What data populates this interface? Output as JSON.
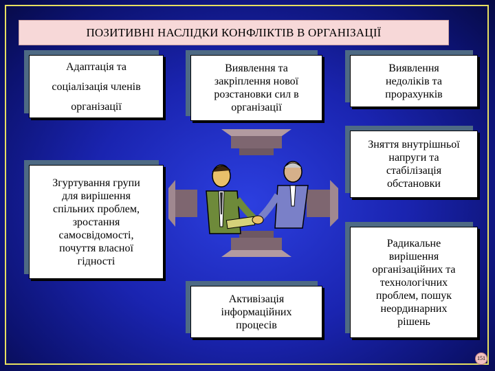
{
  "title": "ПОЗИТИВНІ НАСЛІДКИ КОНФЛІКТІВ В ОРГАНІЗАЦІЇ",
  "boxes": {
    "b1": [
      "Адаптація та",
      "соціалізація членів",
      "організації"
    ],
    "b2": [
      "Виявлення та",
      "закріплення нової",
      "розстановки сил в",
      "організації"
    ],
    "b3": [
      "Виявлення",
      "недоліків та",
      "прорахунків"
    ],
    "b4": [
      "Зняття внутрішньої",
      "напруги та",
      "стабілізація",
      "обстановки"
    ],
    "b5": [
      "Згуртування групи",
      "для вирішення",
      "спільних проблем,",
      "зростання",
      "самосвідомості,",
      "почуття власної",
      "гідності"
    ],
    "b6": [
      "Радикальне",
      "вирішення",
      "організаційних та",
      "технологічних",
      "проблем, пошук",
      "неординарних",
      "рішень"
    ],
    "b7": [
      "Активізація",
      "інформаційних",
      "процесів"
    ]
  },
  "page_number": "151",
  "colors": {
    "background": "#1a24b0",
    "title_fill": "#f7d8d8",
    "frame": "#e8e060",
    "arrow": "#8a6e76",
    "box_shadow": "#4e6a84"
  },
  "illustration": "two-businessmen-handshake"
}
